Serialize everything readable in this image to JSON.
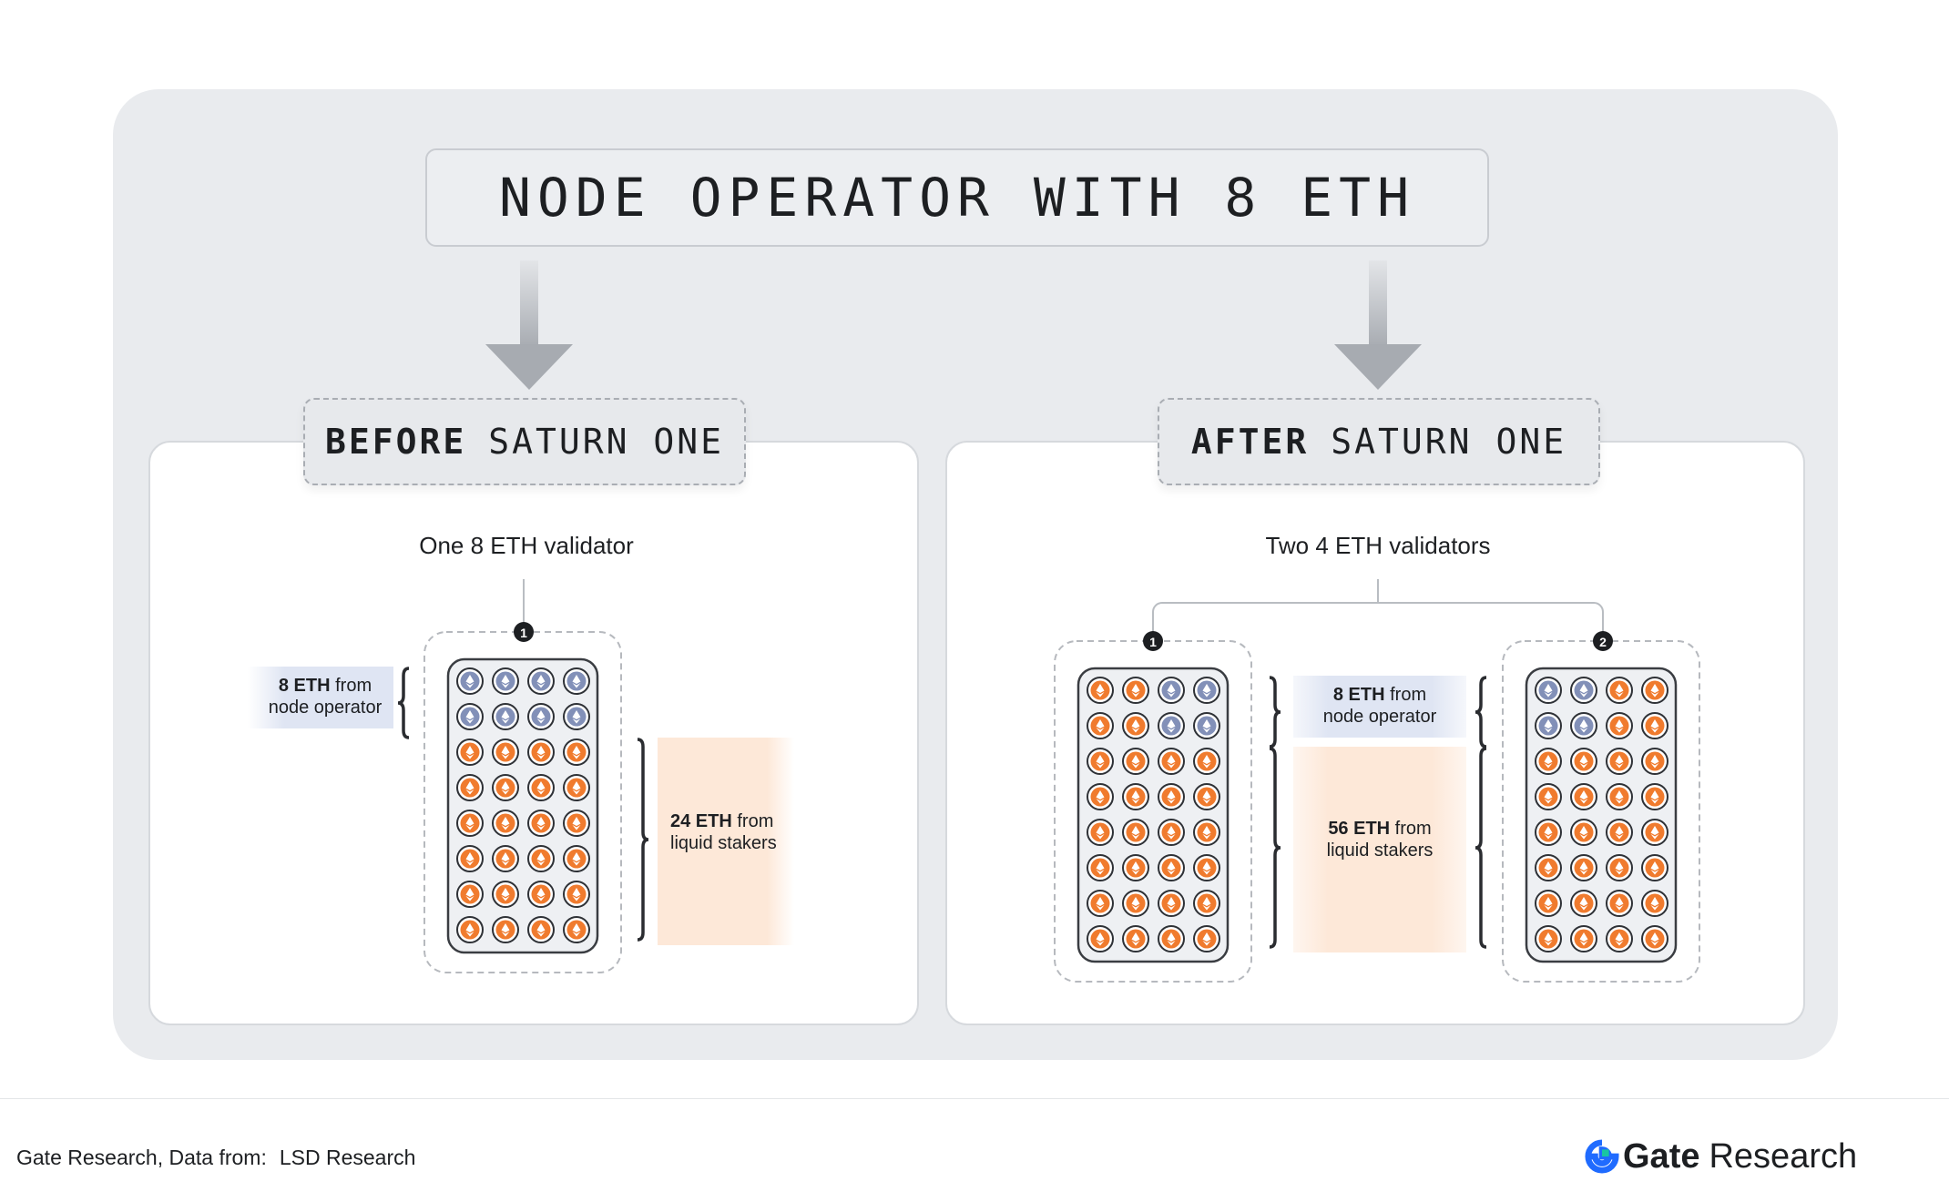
{
  "title": "NODE OPERATOR WITH 8 ETH",
  "before": {
    "label_bold": "BEFORE",
    "label_rest": "SATURN ONE",
    "subtitle": "One 8 ETH validator",
    "validator_number": "1",
    "operator_callout_bold": "8 ETH",
    "operator_callout_rest_1": " from",
    "operator_callout_rest_2": "node operator",
    "stakers_callout_bold": "24 ETH",
    "stakers_callout_rest_1": " from",
    "stakers_callout_rest_2": "liquid stakers"
  },
  "after": {
    "label_bold": "AFTER",
    "label_rest": "SATURN ONE",
    "subtitle": "Two 4 ETH validators",
    "validator_1_number": "1",
    "validator_2_number": "2",
    "operator_callout_bold": "8 ETH",
    "operator_callout_rest_1": " from",
    "operator_callout_rest_2": "node operator",
    "stakers_callout_bold": "56 ETH",
    "stakers_callout_rest_1": " from",
    "stakers_callout_rest_2": "liquid stakers"
  },
  "grids": {
    "before": {
      "rows": 8,
      "cols": 4,
      "operator_coins": [
        0,
        1,
        2,
        3,
        4,
        5,
        6,
        7
      ]
    },
    "after_1": {
      "rows": 8,
      "cols": 4,
      "operator_coins": [
        2,
        3,
        6,
        7
      ]
    },
    "after_2": {
      "rows": 8,
      "cols": 4,
      "operator_coins": [
        0,
        1,
        4,
        5
      ]
    }
  },
  "colors": {
    "operator_coin": "#8290b8",
    "staker_coin": "#f07b2e",
    "operator_highlight": "#dfe5f3",
    "staker_highlight": "#fde8d8"
  },
  "footer": {
    "source_prefix": "Gate Research, Data from:",
    "source_name": "LSD Research",
    "brand_bold": "Gate",
    "brand_rest": "Research"
  }
}
